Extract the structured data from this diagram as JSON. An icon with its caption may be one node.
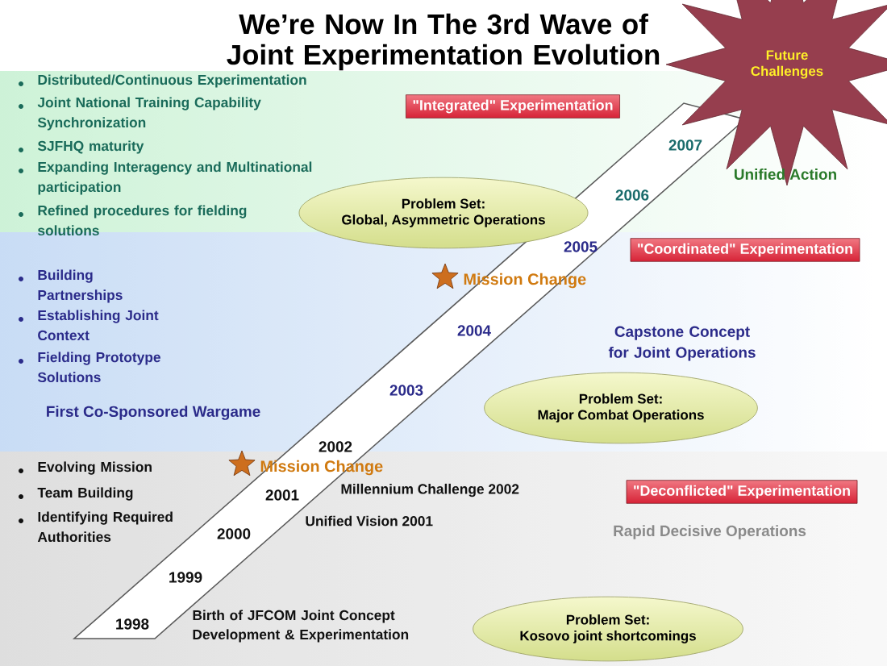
{
  "diagram": {
    "title": "We’re Now In The 3rd Wave of Joint Experimentation Evolution",
    "nodes": [
      {
        "text": [
          "Future Challenges"
        ]
      },
      {
        "text": [
          "\"Integrated\" Experimentation"
        ]
      },
      {
        "text": [
          "Problem Set:",
          "Global, Asymmetric Operations"
        ]
      },
      {
        "text": [
          "\"Coordinated\" Experimentation"
        ]
      },
      {
        "text": [
          "Problem Set:",
          "Major Combat Operations"
        ]
      },
      {
        "text": [
          "\"Deconflicted\" Experimentation"
        ]
      },
      {
        "text": [
          "Problem Set:",
          "Kosovo joint shortcomings"
        ]
      }
    ],
    "edges": [],
    "labels": [
      "Distributed/Continuous Experimentation",
      "Joint National Training Capability Synchronization",
      "SJFHQ maturity",
      "Expanding Interagency and Multinational participation",
      "Refined procedures for fielding solutions",
      "2007",
      "Unified Action",
      "2006",
      "2005",
      "Mission Change",
      "Building Partnerships",
      "Establishing Joint Context",
      "Fielding Prototype Solutions",
      "2004",
      "Capstone Concept for Joint Operations",
      "2003",
      "First Co-Sponsored Wargame",
      "2002",
      "Mission Change",
      "Evolving Mission",
      "Team Building",
      "2001",
      "Millennium Challenge 2002",
      "Identifying Required Authorities",
      "2000",
      "Unified Vision 2001",
      "Rapid Decisive Operations",
      "1999",
      "1998",
      "Birth of JFCOM Joint Concept Development & Experimentation"
    ]
  }
}
